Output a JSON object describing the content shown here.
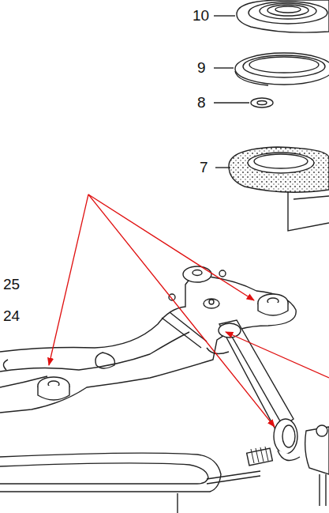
{
  "diagram": {
    "labels": [
      "10",
      "9",
      "8",
      "7",
      "25",
      "24"
    ]
  }
}
